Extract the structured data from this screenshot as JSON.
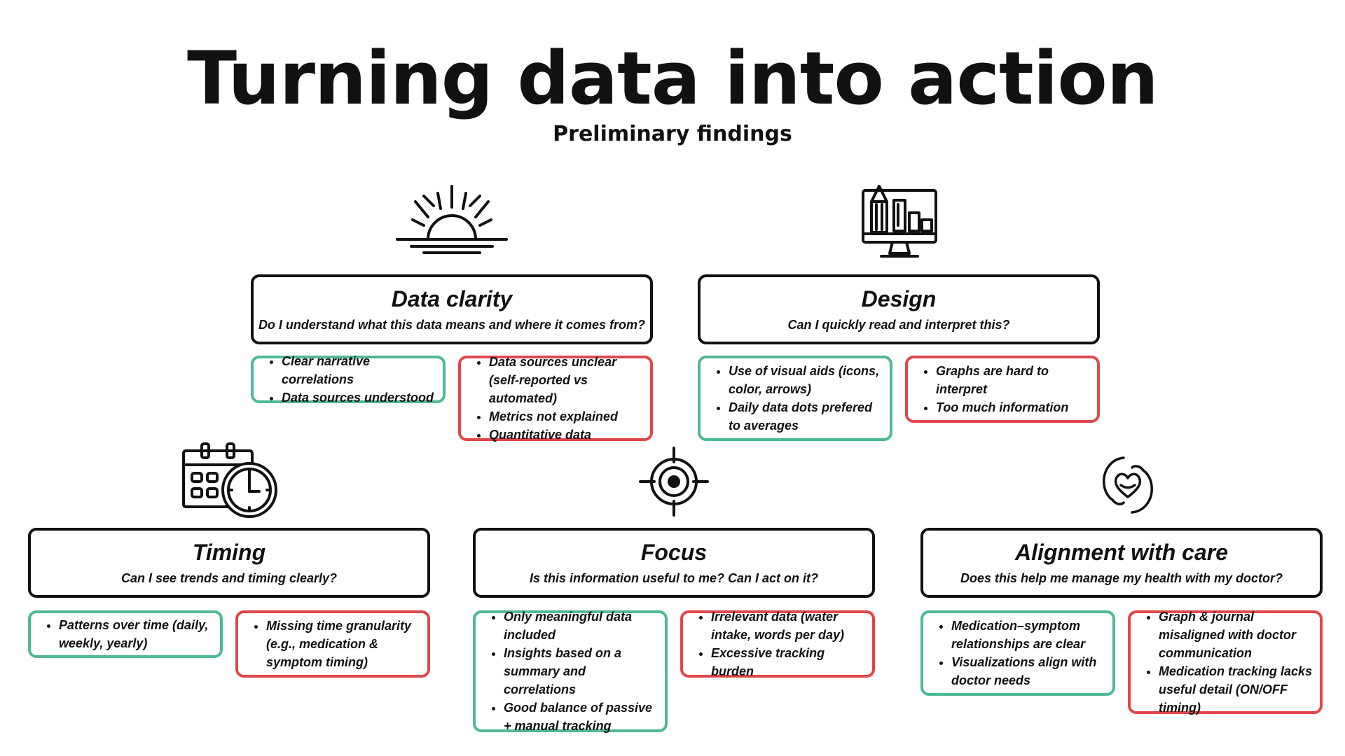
{
  "page": {
    "title": "Turning data into action",
    "subtitle": "Preliminary findings"
  },
  "colors": {
    "positive_border": "#4fb89a",
    "negative_border": "#e0474c",
    "header_border": "#111111"
  },
  "themes": {
    "data_clarity": {
      "icon": "sunrise-icon",
      "title": "Data clarity",
      "question": "Do I understand what this data means and where it comes from?",
      "positive": [
        "Clear narrative correlations",
        "Data sources understood"
      ],
      "negative": [
        "Data sources unclear (self-reported vs automated)",
        "Metrics not explained",
        "Quantitative data"
      ]
    },
    "design": {
      "icon": "design-monitor-icon",
      "title": "Design",
      "question": "Can I quickly read and interpret this?",
      "positive": [
        "Use of visual aids (icons, color, arrows)",
        "Daily data dots prefered to averages"
      ],
      "negative": [
        "Graphs are hard to interpret",
        "Too much information"
      ]
    },
    "timing": {
      "icon": "calendar-clock-icon",
      "title": "Timing",
      "question": "Can I see trends and timing clearly?",
      "positive": [
        "Patterns over time (daily, weekly, yearly)"
      ],
      "negative": [
        "Missing time granularity (e.g., medication & symptom timing)"
      ]
    },
    "focus": {
      "icon": "target-icon",
      "title": "Focus",
      "question": "Is this information useful to me? Can I act on it?",
      "positive": [
        "Only meaningful data included",
        "Insights based on a summary and correlations",
        "Good balance of passive + manual tracking"
      ],
      "negative": [
        "Irrelevant data (water intake, words per day)",
        "Excessive tracking burden"
      ]
    },
    "alignment": {
      "icon": "heart-hands-icon",
      "title": "Alignment with care",
      "question": "Does this help me manage my health with my doctor?",
      "positive": [
        "Medication–symptom relationships are clear",
        "Visualizations align with doctor needs"
      ],
      "negative": [
        "Graph & journal misaligned with doctor communication",
        "Medication tracking lacks useful detail (ON/OFF timing)"
      ]
    }
  }
}
